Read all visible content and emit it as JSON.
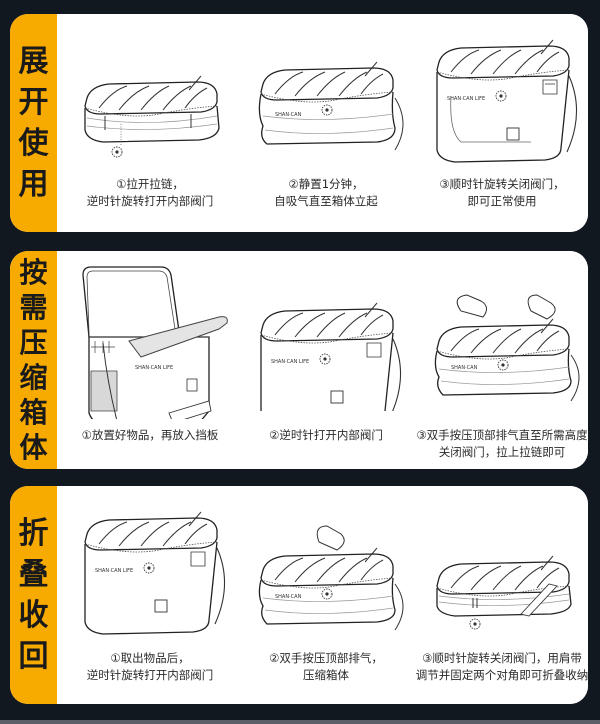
{
  "colors": {
    "background": "#111820",
    "tab": "#f7ab00",
    "panel": "#ffffff",
    "text": "#2a2a2a",
    "tab_text": "#1a1a1a"
  },
  "brand_mark": "SHAN · CAN LIFE",
  "sections": [
    {
      "title_chars": [
        "展",
        "开",
        "使",
        "用"
      ],
      "title": "展开使用",
      "steps": [
        {
          "lines": [
            "①拉开拉链，",
            "逆时针旋转打开内部阀门"
          ],
          "illustration": "bag-flat-valve-icon"
        },
        {
          "lines": [
            "②静置1分钟，",
            "自吸气直至箱体立起"
          ],
          "illustration": "bag-inflating-icon"
        },
        {
          "lines": [
            "③顺时针旋转关闭阀门，",
            "即可正常使用"
          ],
          "illustration": "bag-full-icon"
        }
      ]
    },
    {
      "title_chars": [
        "按",
        "需",
        "压",
        "缩",
        "箱",
        "体"
      ],
      "title": "按需压缩箱体",
      "steps": [
        {
          "lines": [
            "①放置好物品，再放入挡板"
          ],
          "illustration": "bag-open-lid-icon"
        },
        {
          "lines": [
            "②逆时针打开内部阀门"
          ],
          "illustration": "bag-full-icon"
        },
        {
          "lines": [
            "③双手按压顶部排气直至所需高度",
            "关闭阀门，拉上拉链即可"
          ],
          "illustration": "bag-press-hands-icon"
        }
      ]
    },
    {
      "title_chars": [
        "折",
        "叠",
        "收",
        "回"
      ],
      "title": "折叠收回",
      "steps": [
        {
          "lines": [
            "①取出物品后，",
            "逆时针旋转打开内部阀门"
          ],
          "illustration": "bag-full-icon"
        },
        {
          "lines": [
            "②双手按压顶部排气，",
            "压缩箱体"
          ],
          "illustration": "bag-press-hands-icon"
        },
        {
          "lines": [
            "③顺时针旋转关闭阀门，用肩带",
            "调节并固定两个对角即可折叠收纳"
          ],
          "illustration": "bag-folded-strap-icon"
        }
      ]
    }
  ]
}
